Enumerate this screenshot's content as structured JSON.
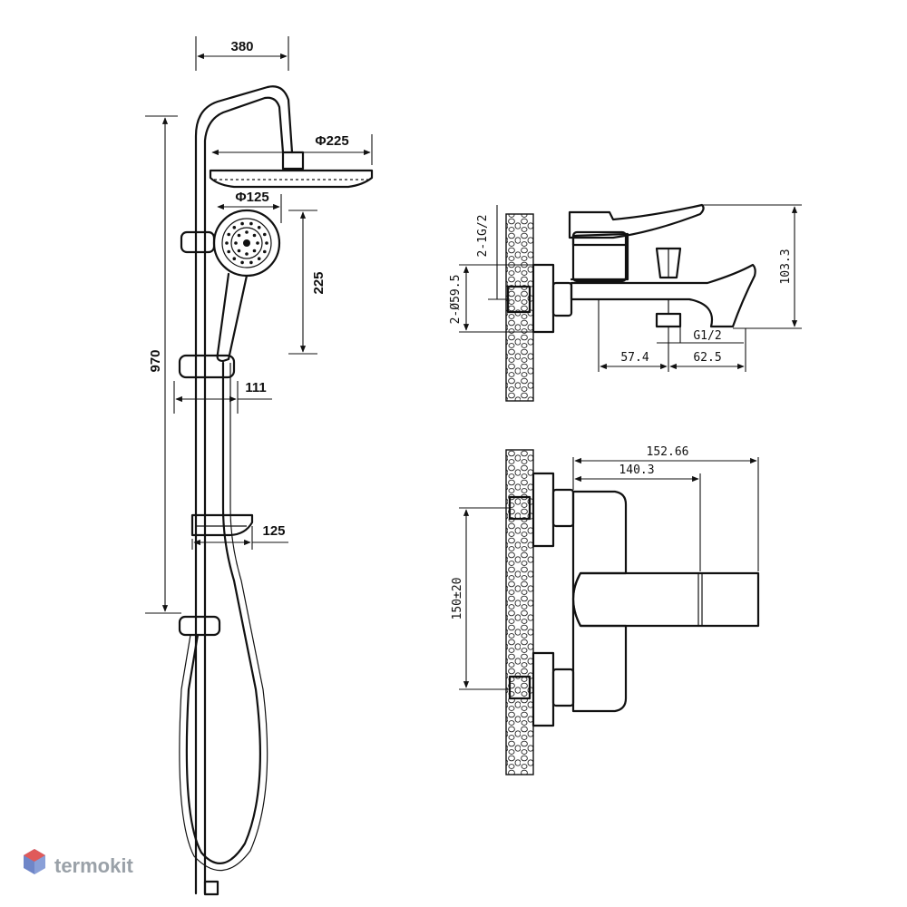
{
  "brand": {
    "name": "termokit",
    "colors": {
      "logo_red": "#e05a5a",
      "logo_blue": "#6f86c8",
      "text_gray": "#9aa1a8"
    }
  },
  "shower_column": {
    "dims": {
      "arm_reach": "380",
      "overhead_diameter": "Φ225",
      "hand_diameter": "Φ125",
      "hand_shower_length": "225",
      "total_height": "970",
      "holder_offset": "111",
      "shelf_width": "125"
    }
  },
  "mixer_side": {
    "dims": {
      "inlet_thread": "2-1G/2",
      "escutcheon_diameter": "2-Ø59.5",
      "height": "103.3",
      "outlet_thread": "G1/2",
      "spout_offset": "57.4",
      "spout_length": "62.5"
    }
  },
  "mixer_top": {
    "dims": {
      "overall_depth": "152.66",
      "body_depth": "140.3",
      "inlet_spacing": "150±20"
    }
  }
}
